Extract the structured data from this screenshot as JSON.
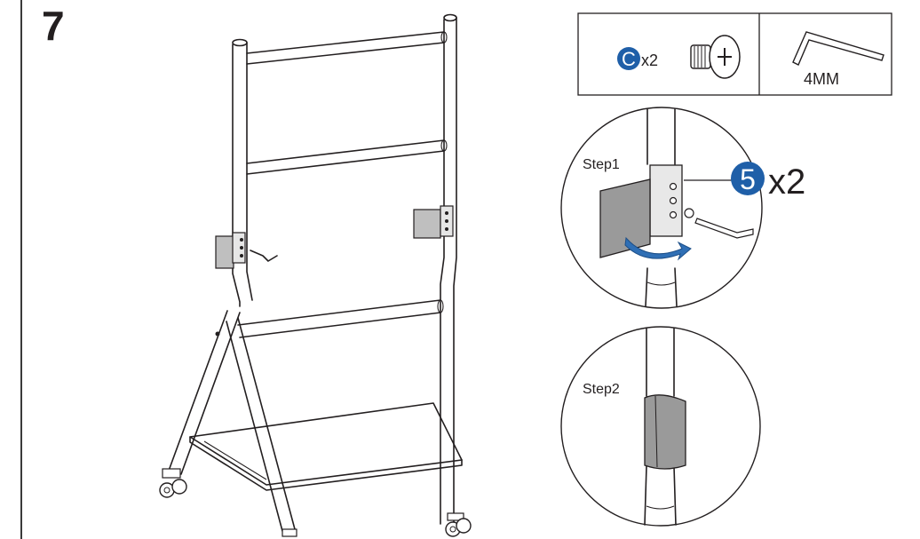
{
  "step_number": "7",
  "parts_box": {
    "part_badge_letter": "C",
    "part_quantity": "x2",
    "part_icon": "screw-icon",
    "tool_icon": "allen-key-icon",
    "tool_label": "4MM"
  },
  "detail_step1": {
    "label": "Step1",
    "badge_number": "5",
    "quantity": "x2"
  },
  "detail_step2": {
    "label": "Step2"
  },
  "colors": {
    "badge_blue": "#1f5fa8",
    "line": "#231f20",
    "bracket_gray": "#9a9a9a",
    "arrow_blue": "#2f6fb5"
  }
}
